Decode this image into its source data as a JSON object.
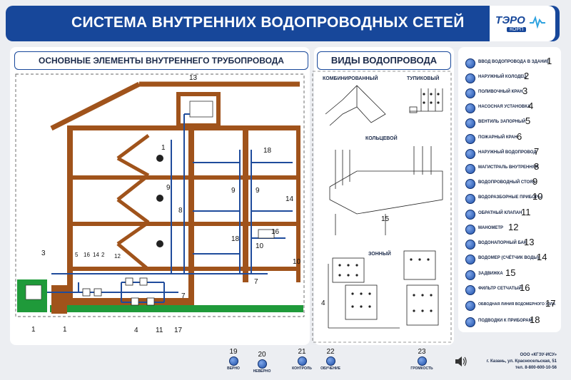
{
  "header": {
    "title": "СИСТЕМА ВНУТРЕННИХ ВОДОПРОВОДНЫХ СЕТЕЙ"
  },
  "logo": {
    "name": "ТЭРО",
    "sub": "КОРП"
  },
  "left_panel": {
    "title": "ОСНОВНЫЕ ЭЛЕМЕНТЫ ВНУТРЕННЕГО ТРУБОПРОВОДА"
  },
  "middle_panel": {
    "title": "ВИДЫ ВОДОПРОВОДА",
    "types": [
      "КОМБИНИРОВАННЫЙ",
      "ТУПИКОВЫЙ",
      "КОЛЬЦЕВОЙ",
      "ЗОННЫЙ"
    ],
    "callouts": [
      "15",
      "4"
    ]
  },
  "diagram_labels": {
    "l1a": "1",
    "l1b": "1",
    "l1c": "1",
    "l3": "3",
    "l5": "5",
    "l16a": "16",
    "l14a": "14",
    "l2": "2",
    "l12": "12",
    "l13": "13",
    "l9a": "9",
    "l9b": "9",
    "l9c": "9",
    "l8": "8",
    "l18a": "18",
    "l18b": "18",
    "l14b": "14",
    "l16b": "16",
    "l10a": "10",
    "l10b": "10",
    "l7a": "7",
    "l7b": "7",
    "l4": "4",
    "l11": "11",
    "l17": "17"
  },
  "legend": [
    {
      "label": "ВВОД ВОДОПРОВОДА В ЗДАНИЕ",
      "num": "1"
    },
    {
      "label": "НАРУЖНЫЙ КОЛОДЕЦ",
      "num": "2"
    },
    {
      "label": "ПОЛИВОЧНЫЙ КРАН",
      "num": "3"
    },
    {
      "label": "НАСОСНАЯ УСТАНОВКА",
      "num": "4"
    },
    {
      "label": "ВЕНТИЛЬ ЗАПОРНЫЙ",
      "num": "5"
    },
    {
      "label": "ПОЖАРНЫЙ КРАН",
      "num": "6"
    },
    {
      "label": "НАРУЖНЫЙ ВОДОПРОВОД",
      "num": "7"
    },
    {
      "label": "МАГИСТРАЛЬ ВНУТРЕННЯЯ",
      "num": "8"
    },
    {
      "label": "ВОДОПРОВОДНЫЙ СТОЯК",
      "num": "9"
    },
    {
      "label": "ВОДОРАЗБОРНЫЕ ПРИБОРЫ",
      "num": "10"
    },
    {
      "label": "ОБРАТНЫЙ КЛАПАН",
      "num": "11"
    },
    {
      "label": "МАНОМЕТР",
      "num": "12"
    },
    {
      "label": "ВОДОНАПОРНЫЙ БАК",
      "num": "13"
    },
    {
      "label": "ВОДОМЕР (СЧЁТЧИК ВОДЫ)",
      "num": "14"
    },
    {
      "label": "ЗАДВИЖКА",
      "num": "15"
    },
    {
      "label": "ФИЛЬТР СЕТЧАТЫЙ",
      "num": "16"
    },
    {
      "label": "ОБВОДНАЯ ЛИНИЯ ВОДОМЕРНОГО УЗЛА",
      "num": "17"
    },
    {
      "label": "ПОДВОДКИ К ПРИБОРАМ",
      "num": "18"
    }
  ],
  "controls": [
    {
      "num": "19",
      "label": "ВЕРНО"
    },
    {
      "num": "20",
      "label": "НЕВЕРНО"
    },
    {
      "num": "21",
      "label": "КОНТРОЛЬ"
    },
    {
      "num": "22",
      "label": "ОБУЧЕНИЕ"
    },
    {
      "num": "23",
      "label": "ГРОМКОСТЬ"
    }
  ],
  "company": {
    "name": "ООО «КГЭУ-ИСУ»",
    "address": "г. Казань, ул. Красносельская, 51",
    "phone": "тел. 8-800-600-10-56"
  },
  "colors": {
    "header": "#17479a",
    "wall": "#a0531b",
    "pipe": "#1f4c9c",
    "ground": "#1f9a3a"
  }
}
